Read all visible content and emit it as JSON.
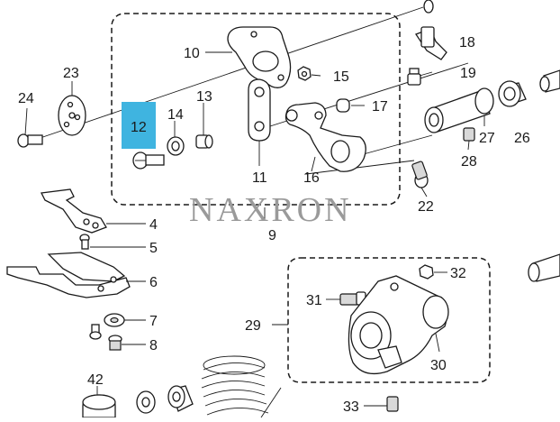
{
  "watermark": "NAXRON",
  "highlight_color": "#3fb4e0",
  "highlighted_label": "12",
  "callouts": {
    "c4": "4",
    "c5": "5",
    "c6": "6",
    "c7": "7",
    "c8": "8",
    "c9": "9",
    "c10": "10",
    "c11": "11",
    "c12": "12",
    "c13": "13",
    "c14": "14",
    "c15": "15",
    "c16": "16",
    "c17": "17",
    "c18": "18",
    "c19": "19",
    "c22": "22",
    "c23": "23",
    "c24": "24",
    "c26": "26",
    "c27": "27",
    "c28": "28",
    "c29": "29",
    "c30": "30",
    "c31": "31",
    "c32": "32",
    "c33": "33",
    "c42": "42"
  }
}
